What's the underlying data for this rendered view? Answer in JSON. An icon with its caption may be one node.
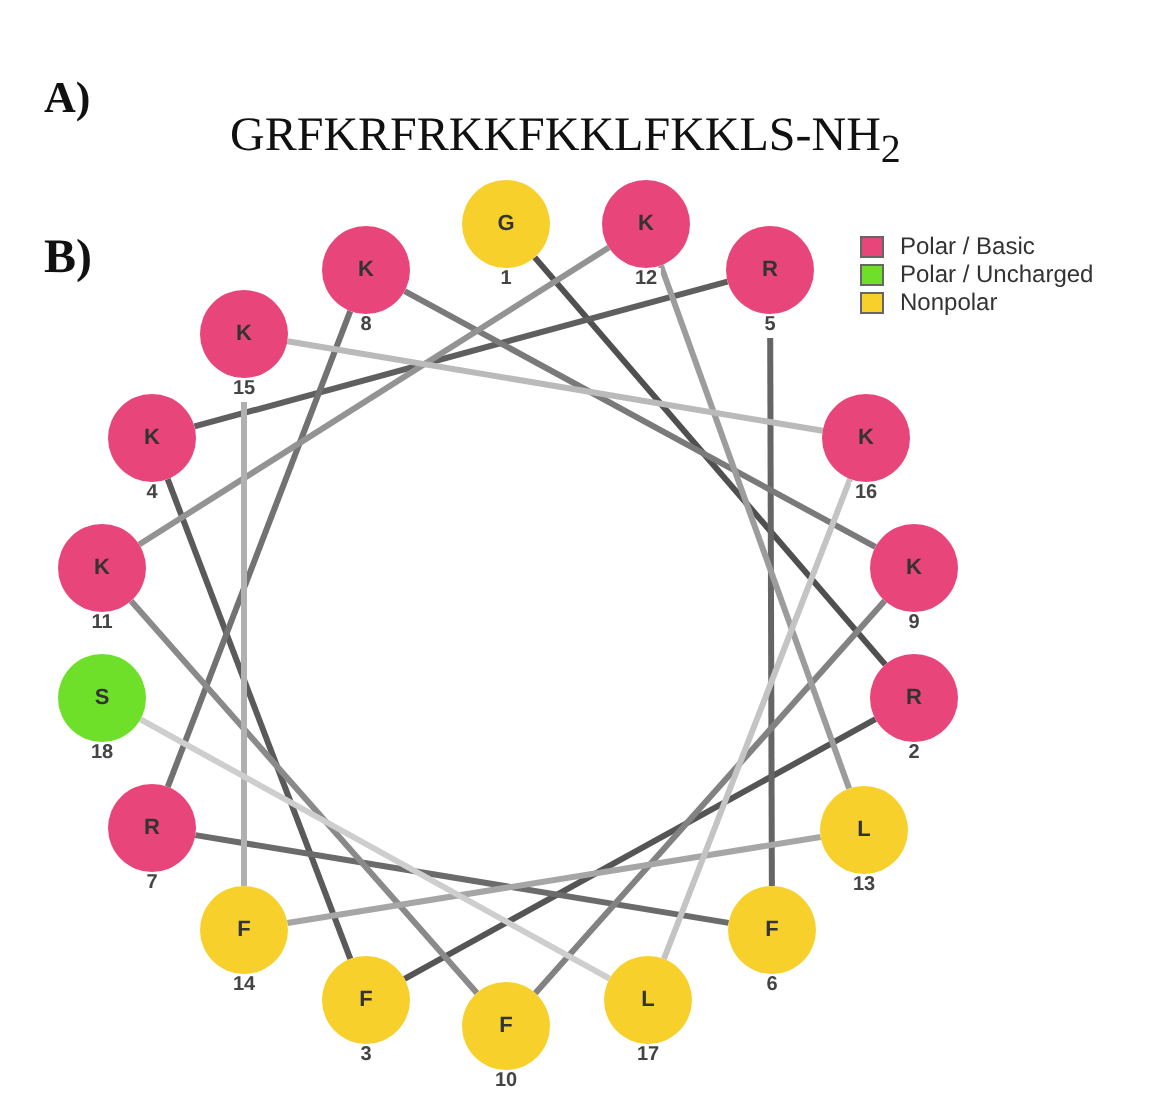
{
  "diagram": {
    "nodes": [
      {
        "text": [
          "G"
        ],
        "beside": [
          "1"
        ]
      },
      {
        "text": [
          "R"
        ],
        "beside": [
          "2"
        ]
      },
      {
        "text": [
          "F"
        ],
        "beside": [
          "3"
        ]
      },
      {
        "text": [
          "K"
        ],
        "beside": [
          "4"
        ]
      },
      {
        "text": [
          "R"
        ],
        "beside": [
          "5"
        ]
      },
      {
        "text": [
          "F"
        ],
        "beside": [
          "6"
        ]
      },
      {
        "text": [
          "R"
        ],
        "beside": [
          "7"
        ]
      },
      {
        "text": [
          "K"
        ],
        "beside": [
          "8"
        ]
      },
      {
        "text": [
          "K"
        ],
        "beside": [
          "9"
        ]
      },
      {
        "text": [
          "F"
        ],
        "beside": [
          "10"
        ]
      },
      {
        "text": [
          "K"
        ],
        "beside": [
          "11"
        ]
      },
      {
        "text": [
          "K"
        ],
        "beside": [
          "12"
        ]
      },
      {
        "text": [
          "L"
        ],
        "beside": [
          "13"
        ]
      },
      {
        "text": [
          "F"
        ],
        "beside": [
          "14"
        ]
      },
      {
        "text": [
          "K"
        ],
        "beside": [
          "15"
        ]
      },
      {
        "text": [
          "K"
        ],
        "beside": [
          "16"
        ]
      },
      {
        "text": [
          "L"
        ],
        "beside": [
          "17"
        ]
      },
      {
        "text": [
          "S"
        ],
        "beside": [
          "18"
        ]
      }
    ],
    "edges": [
      {
        "from": 0,
        "to": 1,
        "arrow": "none",
        "color": "#505050"
      },
      {
        "from": 1,
        "to": 2,
        "arrow": "none",
        "color": "#555555"
      },
      {
        "from": 2,
        "to": 3,
        "arrow": "none",
        "color": "#5a5a5a"
      },
      {
        "from": 3,
        "to": 4,
        "arrow": "none",
        "color": "#5f5f5f"
      },
      {
        "from": 4,
        "to": 5,
        "arrow": "none",
        "color": "#656565"
      },
      {
        "from": 5,
        "to": 6,
        "arrow": "none",
        "color": "#6b6b6b"
      },
      {
        "from": 6,
        "to": 7,
        "arrow": "none",
        "color": "#727272"
      },
      {
        "from": 7,
        "to": 8,
        "arrow": "none",
        "color": "#7a7a7a"
      },
      {
        "from": 8,
        "to": 9,
        "arrow": "none",
        "color": "#828282"
      },
      {
        "from": 9,
        "to": 10,
        "arrow": "none",
        "color": "#8a8a8a"
      },
      {
        "from": 10,
        "to": 11,
        "arrow": "none",
        "color": "#939393"
      },
      {
        "from": 11,
        "to": 12,
        "arrow": "none",
        "color": "#9c9c9c"
      },
      {
        "from": 12,
        "to": 13,
        "arrow": "none",
        "color": "#a6a6a6"
      },
      {
        "from": 13,
        "to": 14,
        "arrow": "none",
        "color": "#b0b0b0"
      },
      {
        "from": 14,
        "to": 15,
        "arrow": "none",
        "color": "#bababa"
      },
      {
        "from": 15,
        "to": 16,
        "arrow": "none",
        "color": "#c4c4c4"
      },
      {
        "from": 16,
        "to": 17,
        "arrow": "none",
        "color": "#cecece"
      }
    ],
    "labels": [
      "A)",
      "GRFKRFRKKFKKLFKKLS-NH$_{2}$",
      "B)"
    ],
    "legend": [
      {
        "text": "Polar / Basic",
        "color": "#e8457b"
      },
      {
        "text": "Polar / Uncharged",
        "color": "#6ee02a"
      },
      {
        "text": "Nonpolar",
        "color": "#f8d02c"
      }
    ]
  }
}
